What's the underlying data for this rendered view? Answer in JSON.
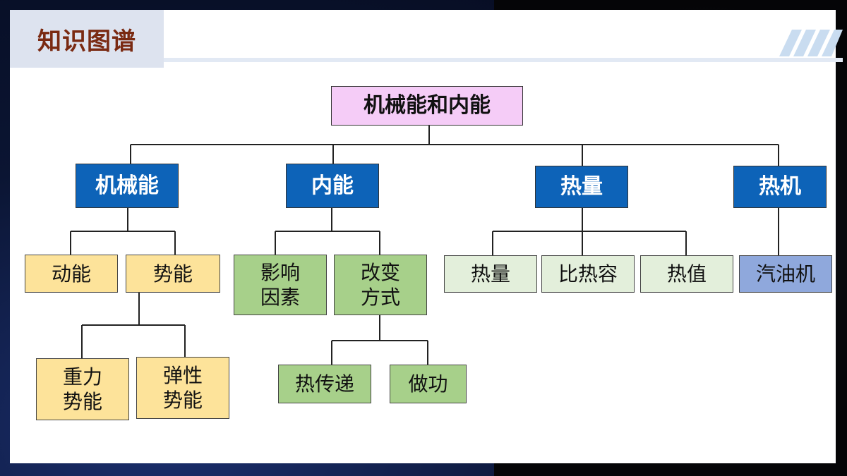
{
  "header": {
    "title": "知识图谱"
  },
  "diagram": {
    "root": "机械能和内能",
    "categories": {
      "mechanical": "机械能",
      "internal": "内能",
      "heat": "热量",
      "engine": "热机"
    },
    "mechanical_children": {
      "kinetic": "动能",
      "potential": "势能"
    },
    "potential_children": {
      "gravitational": "重力\n势能",
      "elastic": "弹性\n势能"
    },
    "internal_children": {
      "factors": "影响\n因素",
      "change_ways": "改变\n方式"
    },
    "change_ways_children": {
      "heat_transfer": "热传递",
      "work": "做功"
    },
    "heat_children": {
      "heat": "热量",
      "specific_heat": "比热容",
      "heat_value": "热值"
    },
    "engine_children": {
      "gasoline_engine": "汽油机"
    }
  },
  "colors": {
    "root_fill": "#f5ccf7",
    "category_fill": "#0d63b8",
    "mechanical_fill": "#fde39a",
    "internal_fill": "#a7d08a",
    "heat_fill": "#e3efdb",
    "engine_fill": "#8fa8dc",
    "title_text": "#7a2a12"
  }
}
